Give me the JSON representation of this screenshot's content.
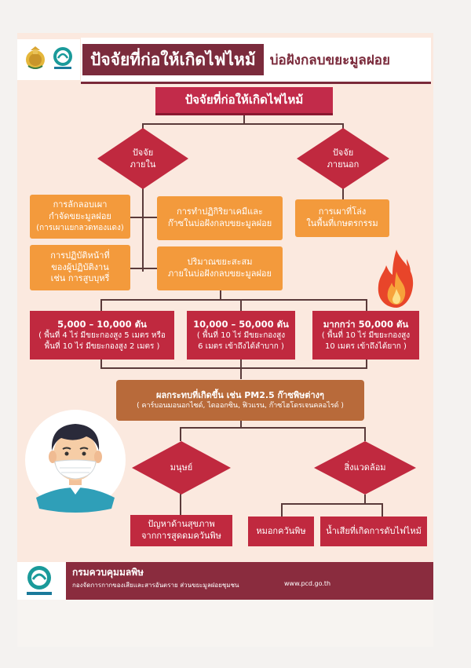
{
  "header": {
    "title": "ปัจจัยที่ก่อให้เกิดไฟไหม้",
    "subtitle": "บ่อฝังกลบขยะมูลฝอย"
  },
  "diagram": {
    "top_box": "ปัจจัยที่ก่อให้เกิดไฟไหม้",
    "internal": {
      "line1": "ปัจจัย",
      "line2": "ภายใน"
    },
    "external": {
      "line1": "ปัจจัย",
      "line2": "ภายนอก"
    },
    "box_burning": {
      "line1": "การลักลอบเผา",
      "line2": "กำจัดขยะมูลฝอย",
      "line3": "(การเผาแยกลวดทองแดง)"
    },
    "box_chemical": {
      "line1": "การทำปฏิกิริยาเคมีและ",
      "line2": "ก๊าซในบ่อฝังกลบขยะมูลฝอย"
    },
    "box_agri": {
      "line1": "การเผาที่โล่ง",
      "line2": "ในพื้นที่เกษตรกรรม"
    },
    "box_worker": {
      "line1": "การปฏิบัติหน้าที่",
      "line2": "ของผู้ปฏิบัติงาน",
      "line3": "เช่น การสูบบุหรี่"
    },
    "box_volume": {
      "line1": "ปริมาณขยะสะสม",
      "line2": "ภายในบ่อฝังกลบขยะมูลฝอย"
    },
    "tier1": {
      "title": "5,000 – 10,000 ตัน",
      "line1": "( พื้นที่ 4 ไร่ มีขยะกองสูง 5 เมตร หรือ",
      "line2": "พื้นที่ 10 ไร่ มีขยะกองสูง 2 เมตร )"
    },
    "tier2": {
      "title": "10,000 – 50,000 ตัน",
      "line1": "( พื้นที่ 10 ไร่ มีขยะกองสูง",
      "line2": "6 เมตร เข้าถึงได้ลำบาก )"
    },
    "tier3": {
      "title": "มากกว่า 50,000 ตัน",
      "line1": "( พื้นที่ 10 ไร่ มีขยะกองสูง",
      "line2": "10 เมตร เข้าถึงได้ยาก )"
    },
    "impact": {
      "line1": "ผลกระทบที่เกิดขึ้น เช่น PM2.5 ก๊าซพิษต่างๆ",
      "line2": "( คาร์บอนมอนอกไซด์, ไดออกซิน, ฟิวแรน, ก๊าซไฮโดรเจนคลอไรด์ )"
    },
    "human": "มนุษย์",
    "environment": "สิ่งแวดล้อม",
    "health": {
      "line1": "ปัญหาด้านสุขภาพ",
      "line2": "จากการสูดดมควันพิษ"
    },
    "smog": "หมอกควันพิษ",
    "wastewater": "น้ำเสียที่เกิดการดับไฟไหม้"
  },
  "footer": {
    "org": "กรมควบคุมมลพิษ",
    "division": "กองจัดการกากของเสียและสารอันตราย  ส่วนขยะมูลฝอยชุมชน",
    "url": "www.pcd.go.th"
  },
  "icons": {
    "seal": "thai-government-seal-icon",
    "pcd_logo": "pollution-control-department-logo-icon",
    "fire": "fire-icon",
    "person": "masked-person-icon"
  },
  "colors": {
    "accent": "#7b2b3c",
    "header_red": "#c22b4a",
    "diamond_red": "#c0293f",
    "orange_box": "#f39a3c",
    "impact_brown": "#b86a3a",
    "background": "#fbe9df"
  }
}
